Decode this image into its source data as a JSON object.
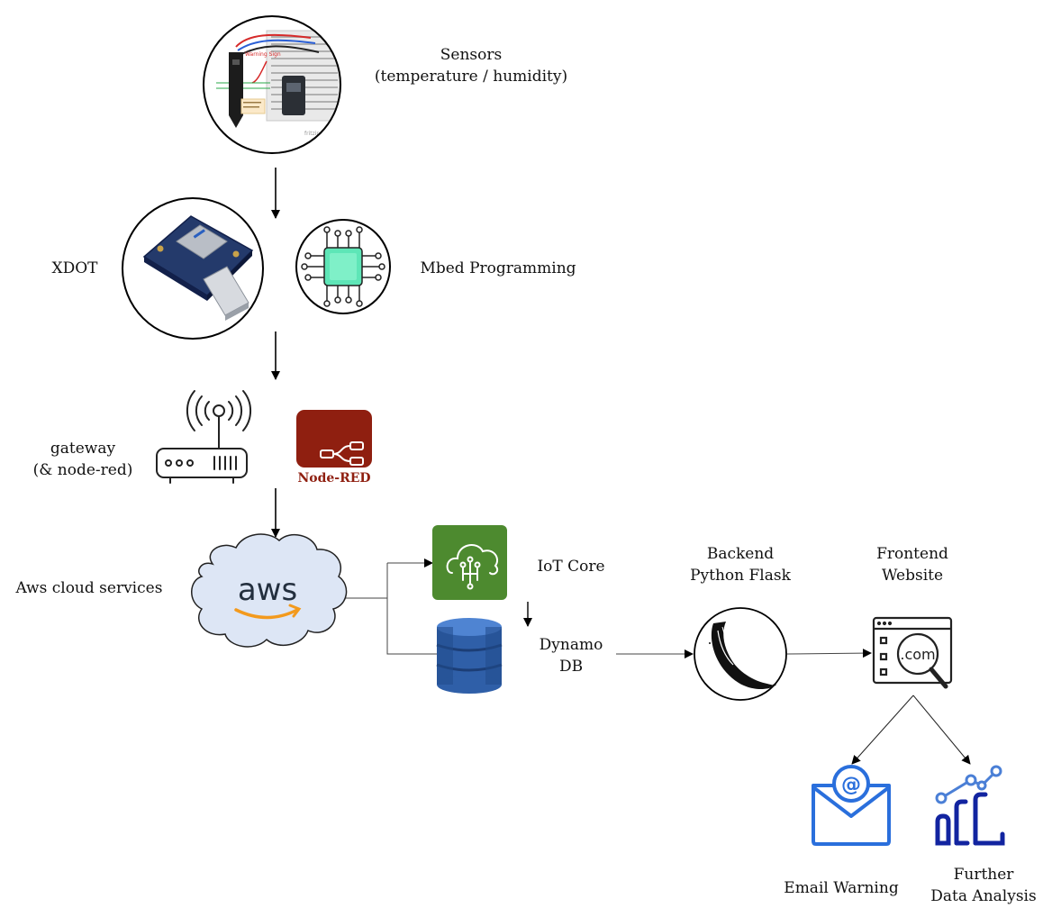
{
  "labels": {
    "sensors": [
      "Sensors",
      "(temperature / humidity)"
    ],
    "xdot": "XDOT",
    "mbed": "Mbed Programming",
    "gateway": [
      "gateway",
      "(& node-red)"
    ],
    "aws_services": "Aws cloud services",
    "iot_core": "IoT Core",
    "dynamo": [
      "Dynamo",
      "DB"
    ],
    "backend": [
      "Backend",
      "Python Flask"
    ],
    "frontend": [
      "Frontend",
      "Website"
    ],
    "email": "Email Warning",
    "analysis": [
      "Further",
      "Data Analysis"
    ]
  },
  "icon_text": {
    "sensor_warning": "Warning Sign",
    "nodered": "Node-RED",
    "aws": "aws",
    "dotcom": ".com",
    "at": "@",
    "fritzing": "fritzing"
  },
  "colors": {
    "nodered": "#8f1f10",
    "iot_core": "#4d8a2f",
    "dynamo": "#2f5fa8",
    "aws_cloud": "#dde6f5",
    "aws_orange": "#f39a1d",
    "chip": "#5ee6b7",
    "email": "#2a6fdc",
    "analysis_line": "#4a7fd6",
    "analysis_bars": "#1224a0"
  }
}
